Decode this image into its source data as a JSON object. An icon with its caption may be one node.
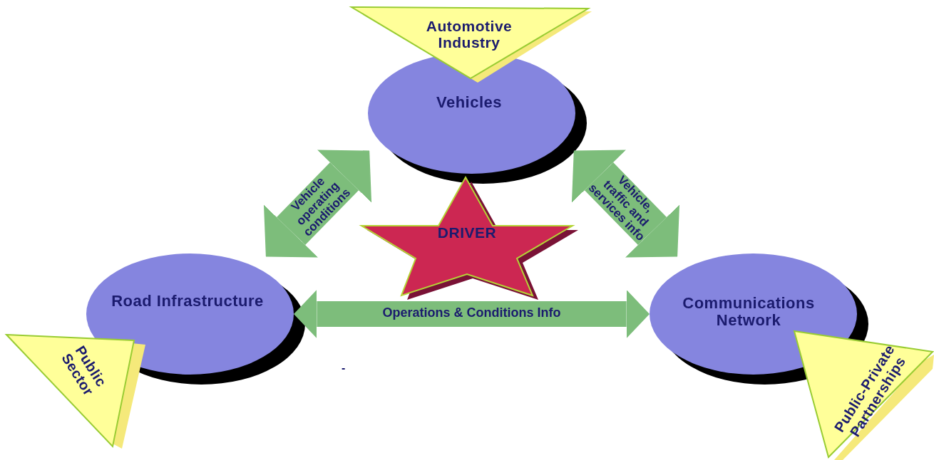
{
  "diagram": {
    "nodes": [
      {
        "text": [
          "Automotive Industry"
        ]
      },
      {
        "text": [
          "Vehicles"
        ]
      },
      {
        "text": [
          "Road Infrastructure"
        ]
      },
      {
        "text": [
          "DRIVER"
        ]
      },
      {
        "text": [
          "Communications Network"
        ]
      },
      {
        "text": [
          "Public Sector"
        ]
      },
      {
        "text": [
          "Public-Private Partnerships"
        ]
      }
    ],
    "edges": [
      {
        "from": 1,
        "to": 2,
        "arrow": "both",
        "label": "Vehicle operating conditions"
      },
      {
        "from": 1,
        "to": 4,
        "arrow": "both",
        "label": "Vehicle, traffic and services info"
      },
      {
        "from": 2,
        "to": 4,
        "arrow": "both",
        "label": "Operations & Conditions Info"
      }
    ],
    "labels": [
      "-"
    ]
  }
}
